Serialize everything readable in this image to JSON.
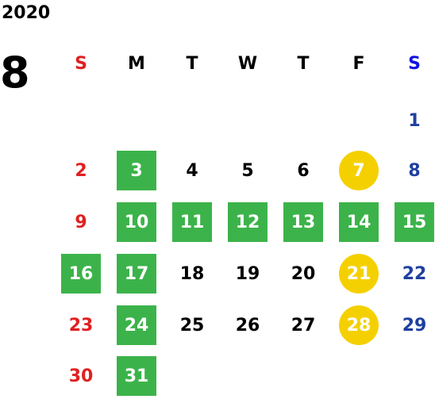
{
  "year": "2020",
  "month": "8",
  "colors": {
    "sunday": "#e02020",
    "saturday": "#1f3fa0",
    "saturday_header": "#1010e0",
    "weekday": "#000000",
    "green_highlight": "#3cb34a",
    "yellow_highlight": "#f5d000"
  },
  "weekdays": [
    "S",
    "M",
    "T",
    "W",
    "T",
    "F",
    "S"
  ],
  "weeks": [
    [
      null,
      null,
      null,
      null,
      null,
      null,
      {
        "d": "1"
      }
    ],
    [
      {
        "d": "2"
      },
      {
        "d": "3",
        "mark": "green"
      },
      {
        "d": "4"
      },
      {
        "d": "5"
      },
      {
        "d": "6"
      },
      {
        "d": "7",
        "mark": "yellow"
      },
      {
        "d": "8"
      }
    ],
    [
      {
        "d": "9"
      },
      {
        "d": "10",
        "mark": "green"
      },
      {
        "d": "11",
        "mark": "green"
      },
      {
        "d": "12",
        "mark": "green"
      },
      {
        "d": "13",
        "mark": "green"
      },
      {
        "d": "14",
        "mark": "green"
      },
      {
        "d": "15",
        "mark": "green"
      }
    ],
    [
      {
        "d": "16",
        "mark": "green"
      },
      {
        "d": "17",
        "mark": "green"
      },
      {
        "d": "18"
      },
      {
        "d": "19"
      },
      {
        "d": "20"
      },
      {
        "d": "21",
        "mark": "yellow"
      },
      {
        "d": "22"
      }
    ],
    [
      {
        "d": "23"
      },
      {
        "d": "24",
        "mark": "green"
      },
      {
        "d": "25"
      },
      {
        "d": "26"
      },
      {
        "d": "27"
      },
      {
        "d": "28",
        "mark": "yellow"
      },
      {
        "d": "29"
      }
    ],
    [
      {
        "d": "30"
      },
      {
        "d": "31",
        "mark": "green"
      },
      null,
      null,
      null,
      null,
      null
    ]
  ]
}
